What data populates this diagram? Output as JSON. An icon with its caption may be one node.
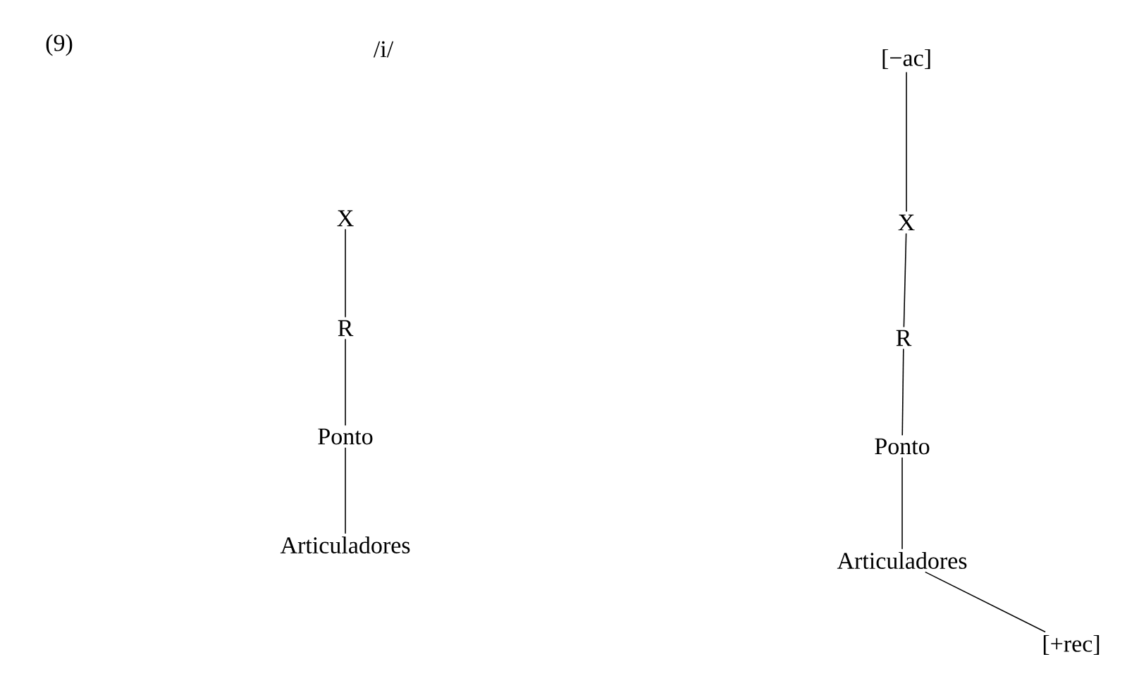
{
  "diagram": {
    "nodes": [
      {
        "text": [
          "X"
        ]
      },
      {
        "text": [
          "R"
        ]
      },
      {
        "text": [
          "Ponto"
        ]
      },
      {
        "text": [
          "Articuladores"
        ]
      },
      {
        "text": [
          "[−ac]"
        ]
      },
      {
        "text": [
          "X"
        ]
      },
      {
        "text": [
          "R"
        ]
      },
      {
        "text": [
          "Ponto"
        ]
      },
      {
        "text": [
          "Articuladores"
        ]
      },
      {
        "text": [
          "[+rec]"
        ]
      }
    ],
    "edges": [
      {
        "from": 0,
        "to": 1,
        "arrow": "none"
      },
      {
        "from": 1,
        "to": 2,
        "arrow": "none"
      },
      {
        "from": 2,
        "to": 3,
        "arrow": "none"
      },
      {
        "from": 4,
        "to": 5,
        "arrow": "none"
      },
      {
        "from": 5,
        "to": 6,
        "arrow": "none"
      },
      {
        "from": 6,
        "to": 7,
        "arrow": "none"
      },
      {
        "from": 7,
        "to": 8,
        "arrow": "none"
      },
      {
        "from": 8,
        "to": 9,
        "arrow": "none"
      }
    ],
    "labels": [
      "(9)",
      "/i/"
    ]
  }
}
